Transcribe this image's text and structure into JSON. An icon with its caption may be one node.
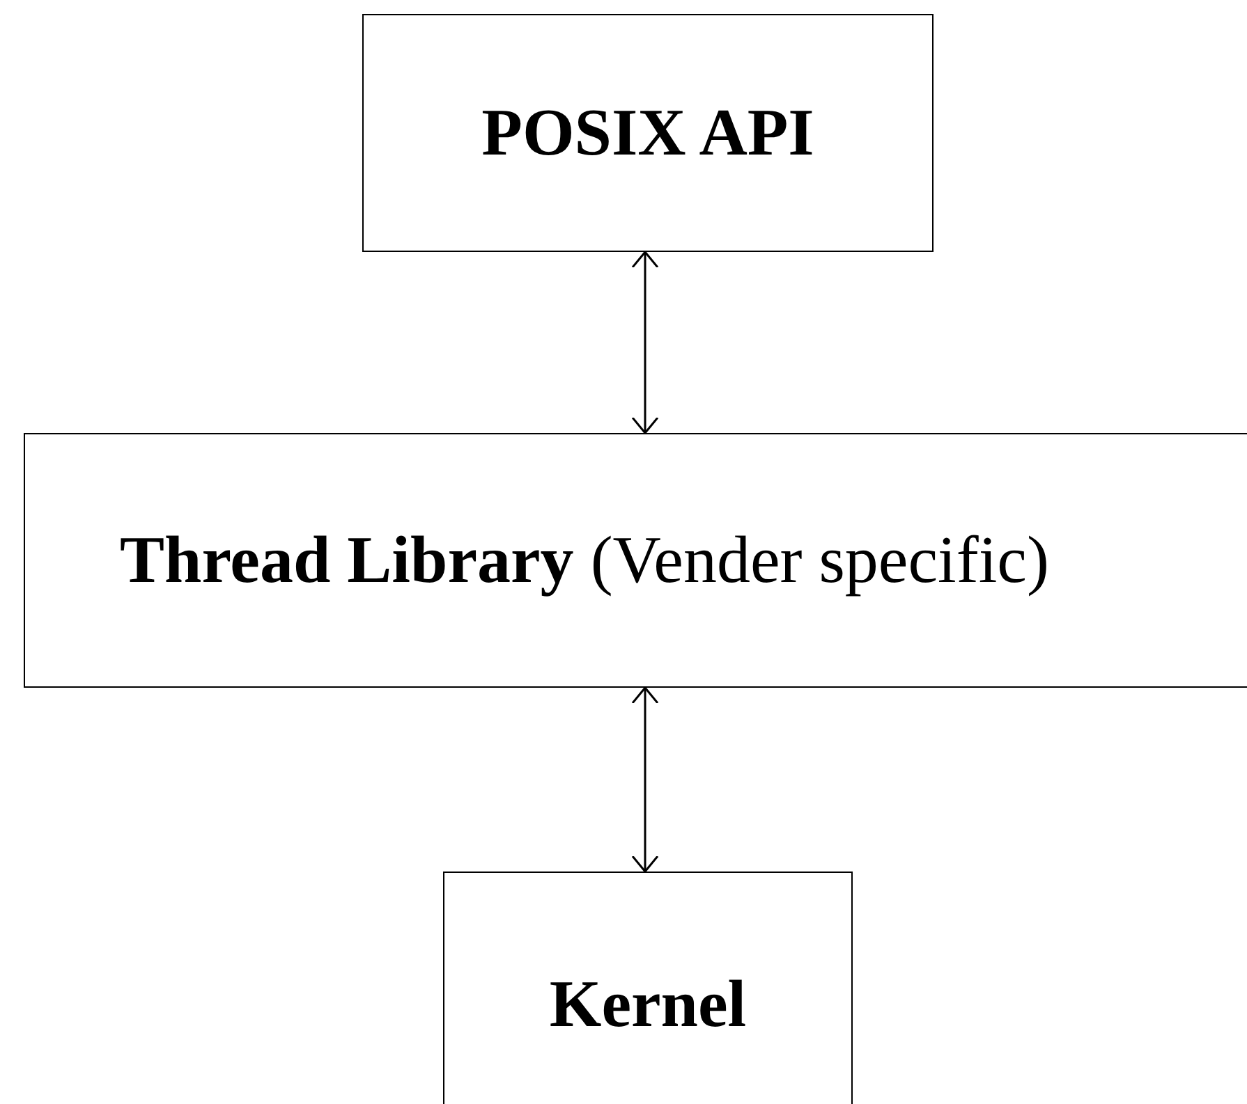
{
  "diagram": {
    "nodes": [
      {
        "text": [
          "POSIX API"
        ]
      },
      {
        "text": [
          "**Thread Library** (Vender specific)"
        ]
      },
      {
        "text": [
          "Kernel"
        ]
      }
    ],
    "edges": [
      {
        "from": 0,
        "to": 1,
        "arrow": "both"
      },
      {
        "from": 1,
        "to": 2,
        "arrow": "both"
      }
    ]
  }
}
